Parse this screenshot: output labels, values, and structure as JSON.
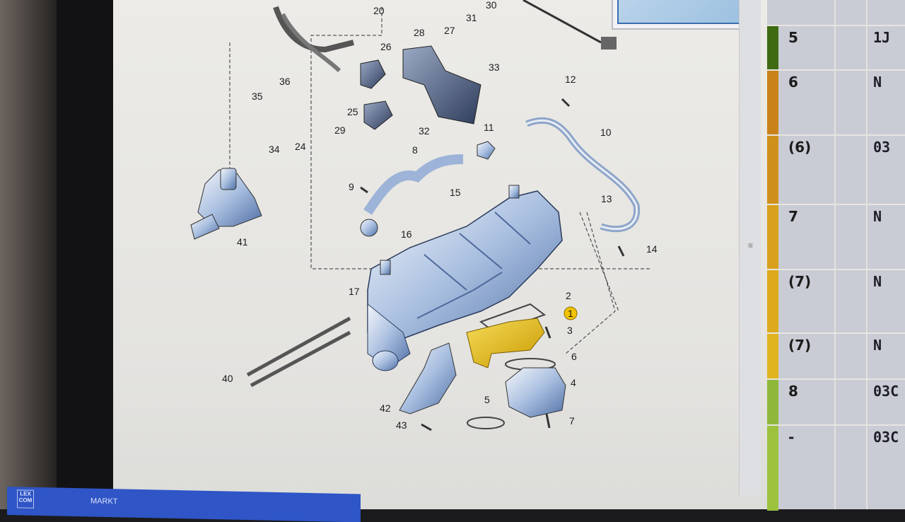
{
  "diagram": {
    "callouts": [
      "20",
      "30",
      "31",
      "27",
      "28",
      "26",
      "33",
      "36",
      "12",
      "35",
      "25",
      "29",
      "32",
      "34",
      "24",
      "11",
      "10",
      "8",
      "9",
      "15",
      "13",
      "16",
      "41",
      "14",
      "17",
      "2",
      "1",
      "3",
      "6",
      "4",
      "40",
      "5",
      "42",
      "43",
      "7"
    ],
    "highlighted_callout": "1",
    "highlight_color": "#f2c200"
  },
  "footer": {
    "logo": "LEX COM",
    "menu": "MARKT"
  },
  "parts_table": {
    "rows": [
      {
        "pos": "5",
        "part": "1J",
        "color": "#3f6b12"
      },
      {
        "pos": "6",
        "part": "N",
        "color": "#c9821a"
      },
      {
        "pos": "(6)",
        "part": "03",
        "color": "#d0901c"
      },
      {
        "pos": "7",
        "part": "N",
        "color": "#d8a01c"
      },
      {
        "pos": "(7)",
        "part": "N",
        "color": "#dcaa1c"
      },
      {
        "pos": "(7)",
        "part": "N",
        "color": "#e0b41e"
      },
      {
        "pos": "8",
        "part": "03C",
        "color": "#8fb83a"
      },
      {
        "pos": "-",
        "part": "03C",
        "color": "#9cc23e"
      }
    ]
  }
}
